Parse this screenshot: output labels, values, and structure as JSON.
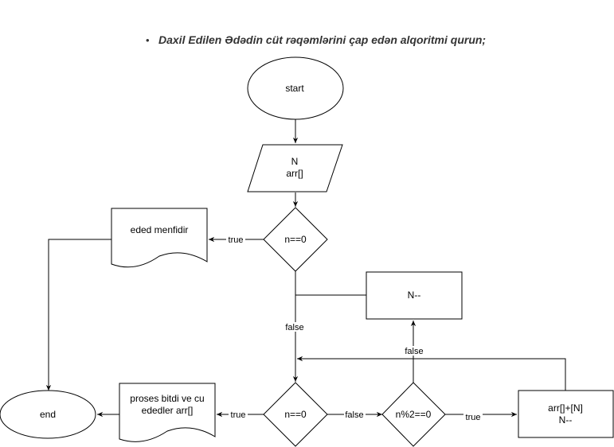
{
  "heading": {
    "bullet": "•",
    "text": "Daxil Edilen Ədədin cüt rəqəmlərini çap edən alqoritmi qurun;"
  },
  "nodes": {
    "start": "start",
    "input_line1": "N",
    "input_line2": "arr[]",
    "cond1": "n==0",
    "negative": "eded menfidir",
    "decrement": "N--",
    "cond2": "n==0",
    "cond3": "n%2==0",
    "append_line1": "arr[]+[N]",
    "append_line2": "N--",
    "done_line1": "proses bitdi ve cu",
    "done_line2": "ededler arr[]",
    "end": "end"
  },
  "edge_labels": {
    "cond1_true": "true",
    "cond1_false": "false",
    "cond3_false": "false",
    "cond2_false": "false",
    "cond3_true": "true",
    "cond2_true": "true"
  }
}
